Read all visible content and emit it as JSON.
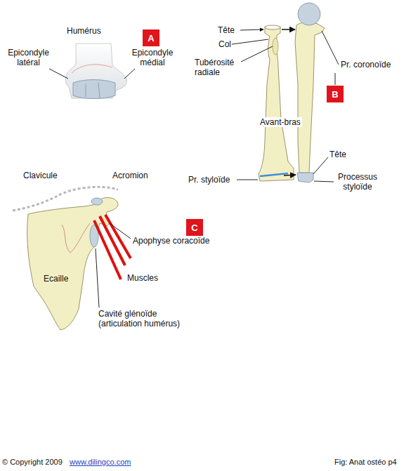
{
  "diagram": {
    "nodes": [
      {
        "text": [
          "A"
        ]
      },
      {
        "text": [
          "B"
        ]
      },
      {
        "text": [
          "C"
        ]
      }
    ],
    "labels": [
      "Humérus",
      "Epicondyle latéral",
      "Epicondyle médial",
      "Tête",
      "Col",
      "Tubérosité radiale",
      "Pr. coronoïde",
      "Avant-bras",
      "Tête",
      "Pr. styloïde",
      "Processus styloïde",
      "Clavicule",
      "Acromion",
      "Apophyse coracoïde",
      "Muscles",
      "Ecaille",
      "Cavité glénoïde (articulation humérus)",
      "© Copyright 2009",
      "www.dilingco.com",
      "Fig:  Anat ostéo p4"
    ]
  }
}
